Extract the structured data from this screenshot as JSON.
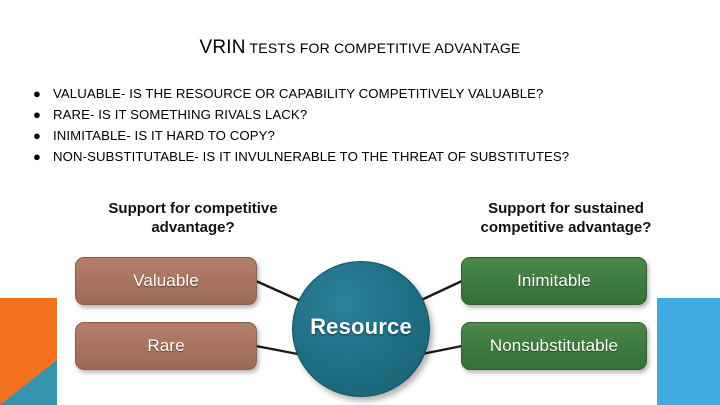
{
  "slide": {
    "background_color": "#ffffff",
    "title": {
      "emphasis": "VRIN",
      "rest": " TESTS FOR COMPETITIVE ADVANTAGE"
    },
    "bullet_marker": "●",
    "bullets": [
      "VALUABLE- IS THE RESOURCE OR CAPABILITY COMPETITIVELY VALUABLE?",
      "RARE- IS IT SOMETHING RIVALS LACK?",
      "INIMITABLE- IS IT HARD TO COPY?",
      "NON-SUBSTITUTABLE- IS IT INVULNERABLE TO THE THREAT OF SUBSTITUTES?"
    ]
  },
  "diagram": {
    "type": "node-link",
    "captions": {
      "left_line1": "Support for competitive",
      "left_line2": "advantage?",
      "right_line1": "Support for sustained",
      "right_line2": "competitive advantage?"
    },
    "center_node": {
      "label": "Resource",
      "shape": "circle",
      "color": "#1f7186"
    },
    "left_nodes": [
      {
        "label": "Valuable",
        "color": "#a9745f"
      },
      {
        "label": "Rare",
        "color": "#a9745f"
      }
    ],
    "right_nodes": [
      {
        "label": "Inimitable",
        "color": "#3e7a3f"
      },
      {
        "label": "Nonsubstitutable",
        "color": "#3e7a3f"
      }
    ],
    "connector_color": "#1a1a1a"
  },
  "decoration": {
    "orange": "#f4711f",
    "teal": "#3494ad",
    "blue": "#41aade"
  }
}
